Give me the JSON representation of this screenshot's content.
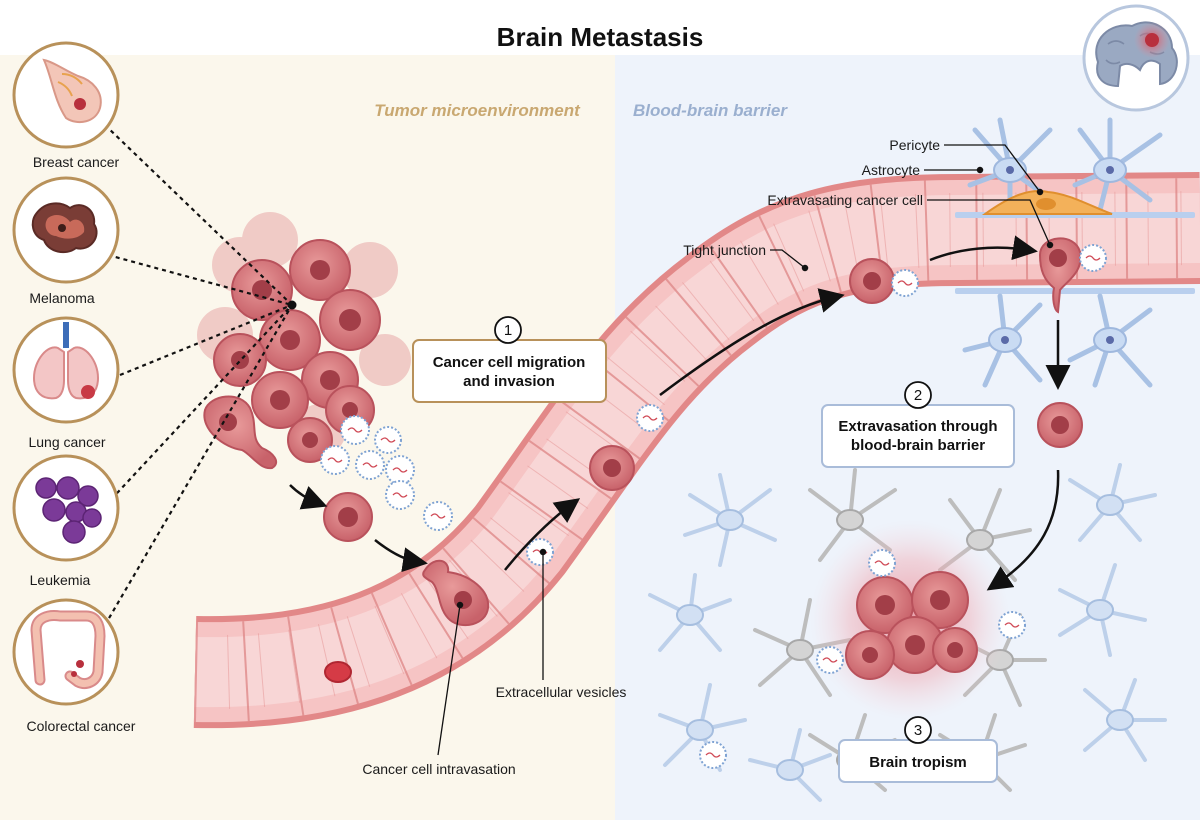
{
  "title": "Brain Metastasis",
  "regions": {
    "tumor": "Tumor microenvironment",
    "bbb": "Blood-brain barrier"
  },
  "sources": [
    {
      "label": "Breast cancer",
      "icon": "breast-icon"
    },
    {
      "label": "Melanoma",
      "icon": "melanoma-icon"
    },
    {
      "label": "Lung cancer",
      "icon": "lungs-icon"
    },
    {
      "label": "Leukemia",
      "icon": "blood-cells-icon"
    },
    {
      "label": "Colorectal cancer",
      "icon": "colon-icon"
    }
  ],
  "steps": [
    {
      "number": "1",
      "line1": "Cancer cell migration",
      "line2": "and invasion"
    },
    {
      "number": "2",
      "line1": "Extravasation through",
      "line2": "blood-brain barrier"
    },
    {
      "number": "3",
      "line1": "Brain tropism"
    }
  ],
  "labels": {
    "pericyte": "Pericyte",
    "astrocyte": "Astrocyte",
    "extravasating": "Extravasating cancer cell",
    "tight_junction": "Tight junction",
    "vesicles": "Extracellular vesicles",
    "intravasation": "Cancer cell intravasation"
  },
  "colors": {
    "tumor_bg": "#fbf7ec",
    "bbb_bg": "#eef3fb",
    "tumor_text": "#c9a871",
    "bbb_text": "#9aafcf",
    "cell_fill": "#d77a7a",
    "cell_nucleus": "#a23e48",
    "vessel": "#f2b4b4",
    "astrocyte_blue": "#bcd2ee",
    "astrocyte_gray": "#c8c8c8",
    "pericyte": "#f3b15a",
    "box_tumor": "#b8915a",
    "box_bbb": "#a9bcd9"
  }
}
